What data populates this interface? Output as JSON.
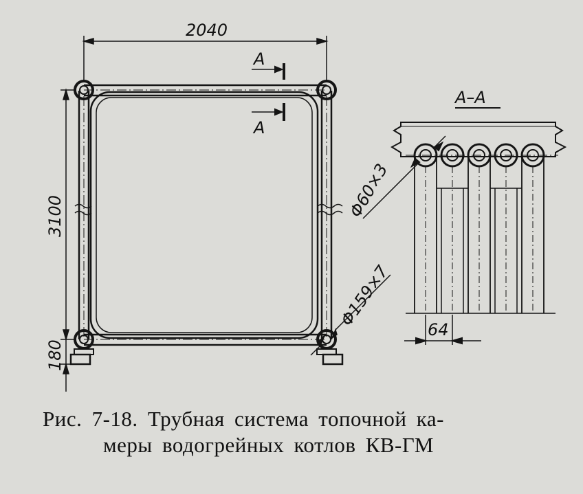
{
  "drawing": {
    "width_dim": "2040",
    "height_dim": "3100",
    "base_dim": "180",
    "section_mark": "A",
    "section_title": "A–A",
    "small_tube": "Φ60×3",
    "large_tube": "Φ159×7",
    "pitch_dim": "64"
  },
  "caption": {
    "line1": "Рис. 7-18. Трубная  система топочной  ка-",
    "line2": "меры водогрейных котлов КВ-ГМ"
  }
}
